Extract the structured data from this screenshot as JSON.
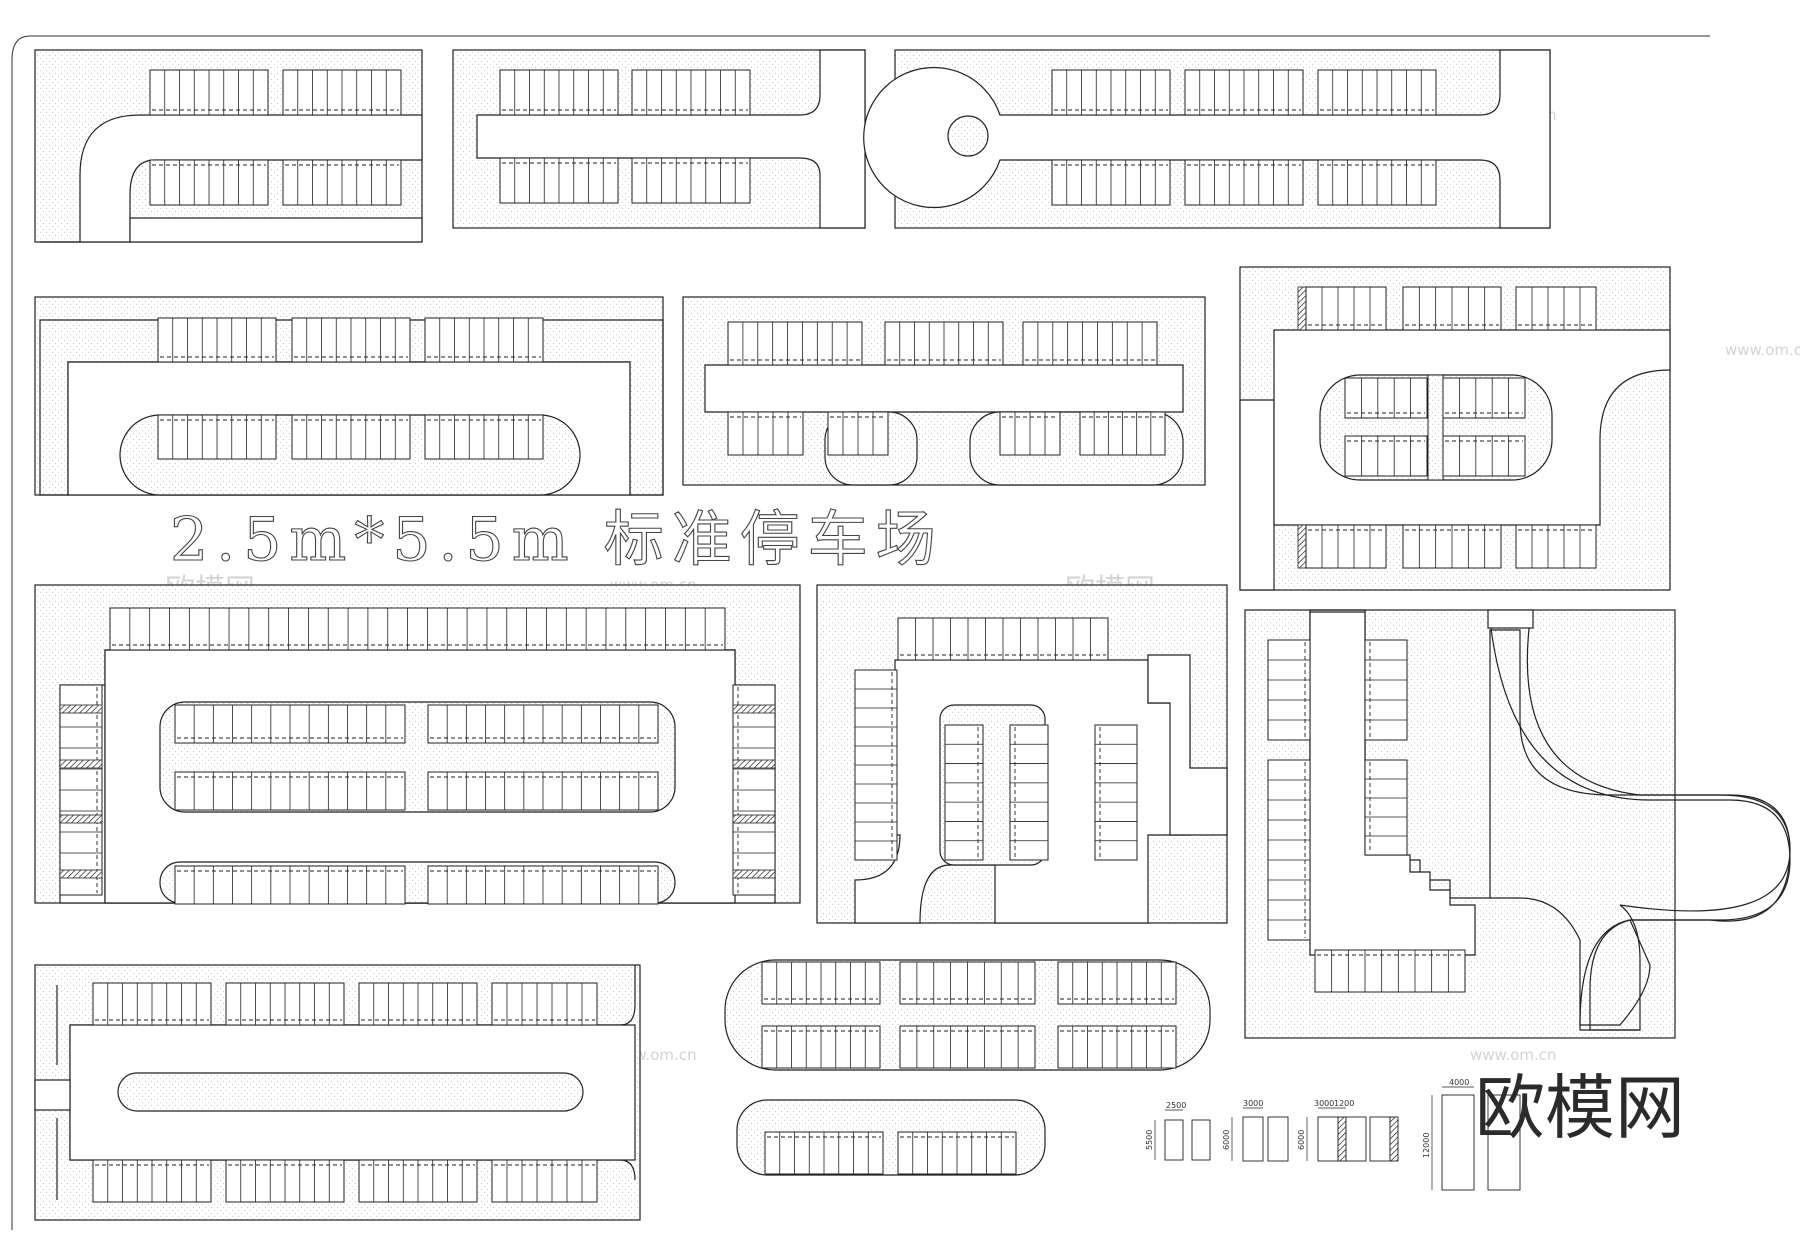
{
  "drawing_title": "2.5m*5.5m 标准停车场",
  "brand_logo": "欧模网",
  "watermarks": {
    "logo": "欧模网",
    "url": "www.om.cn"
  },
  "stall_sizes": [
    {
      "width": "2500",
      "length": "5500"
    },
    {
      "width": "3000",
      "length": "6000"
    },
    {
      "width": "3000",
      "accessible_width": "1200",
      "length": "6000"
    },
    {
      "width": "4000",
      "length": "12000"
    }
  ],
  "colors": {
    "line": "#222222",
    "watermark": "#d4d4d4",
    "brand": "#2b2b2b"
  }
}
